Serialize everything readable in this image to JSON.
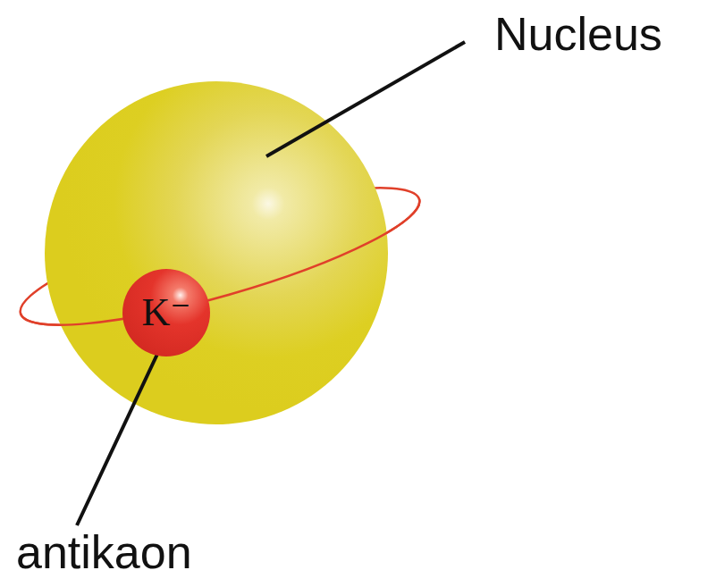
{
  "diagram": {
    "nodes": [
      {
        "text": [
          "K⁻"
        ]
      }
    ],
    "labels": [
      "Nucleus",
      "antikaon"
    ]
  }
}
